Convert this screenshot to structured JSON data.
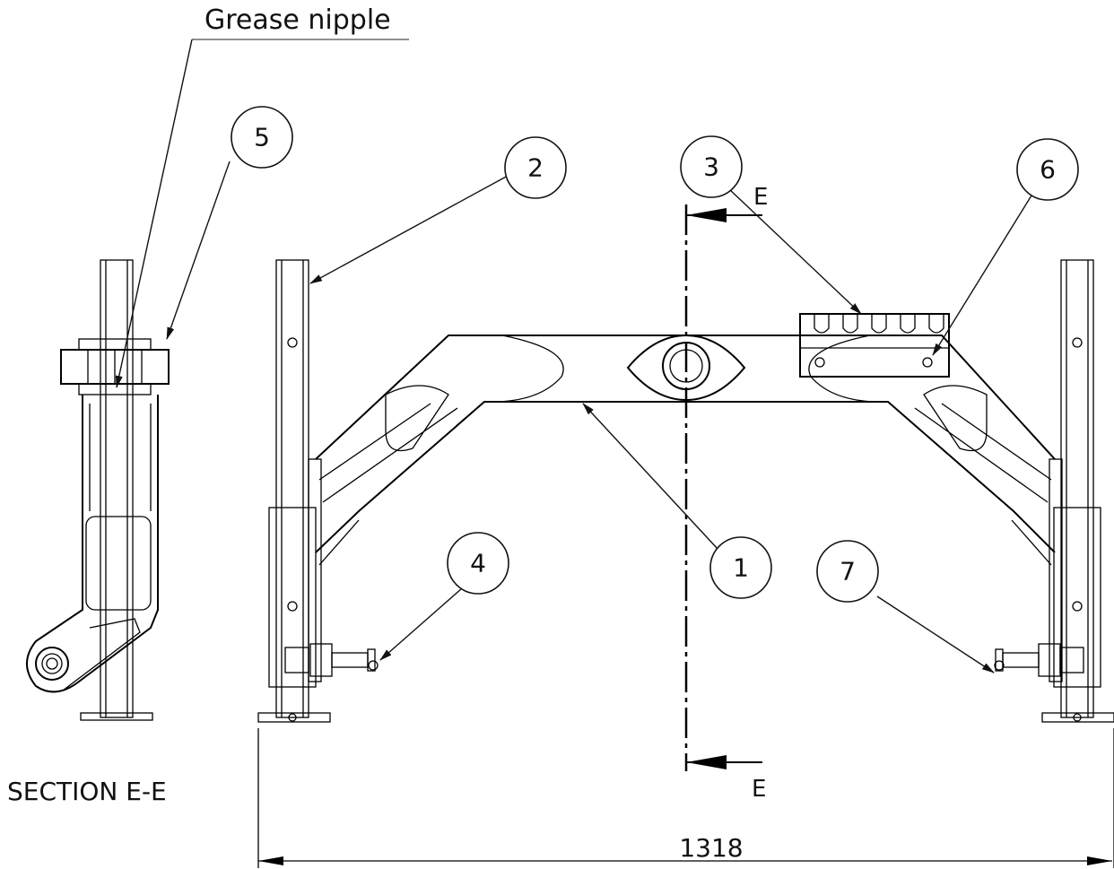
{
  "labels": {
    "grease_nipple": "Grease nipple",
    "section": "SECTION E-E",
    "section_mark_top": "E",
    "section_mark_bottom": "E",
    "dimension": "1318"
  },
  "balloons": [
    "1",
    "2",
    "3",
    "4",
    "5",
    "6",
    "7"
  ]
}
